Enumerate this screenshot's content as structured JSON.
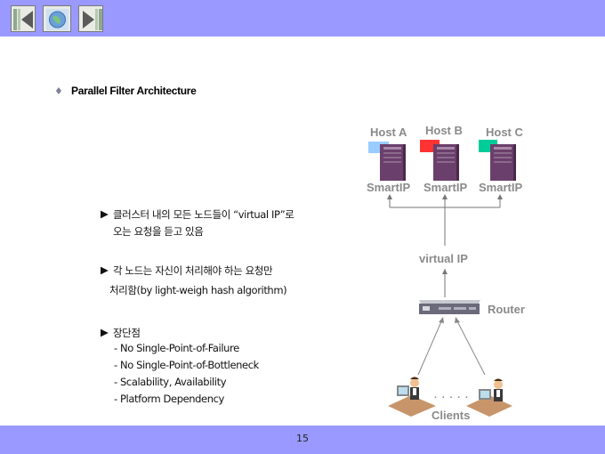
{
  "slide": {
    "title_bullet": "♦",
    "title": "Parallel Filter Architecture",
    "page_number": "15"
  },
  "points": [
    {
      "marker": "▶",
      "line1": "클러스터 내의 모든 노드들이 “virtual IP”로",
      "line2": "오는 요청을 듣고 있음"
    },
    {
      "marker": "▶",
      "line1": "각 노드는 자신이 처리해야 하는 요청만",
      "line2": "처리함(by light-weigh hash algorithm)"
    },
    {
      "marker": "▶",
      "line1": "장단점"
    }
  ],
  "pros_cons": [
    "- No Single-Point-of-Failure",
    "- No Single-Point-of-Bottleneck",
    "- Scalability, Availability",
    "- Platform Dependency"
  ],
  "diagram": {
    "hosts": [
      {
        "name": "Host A",
        "smartip": "SmartIP",
        "flag_color": "#99ccff"
      },
      {
        "name": "Host B",
        "smartip": "SmartIP",
        "flag_color": "#ff3333"
      },
      {
        "name": "Host C",
        "smartip": "SmartIP",
        "flag_color": "#00cc99"
      }
    ],
    "virtual_ip": "virtual IP",
    "router": "Router",
    "dots": "· · · · ·",
    "clients": "Clients"
  }
}
